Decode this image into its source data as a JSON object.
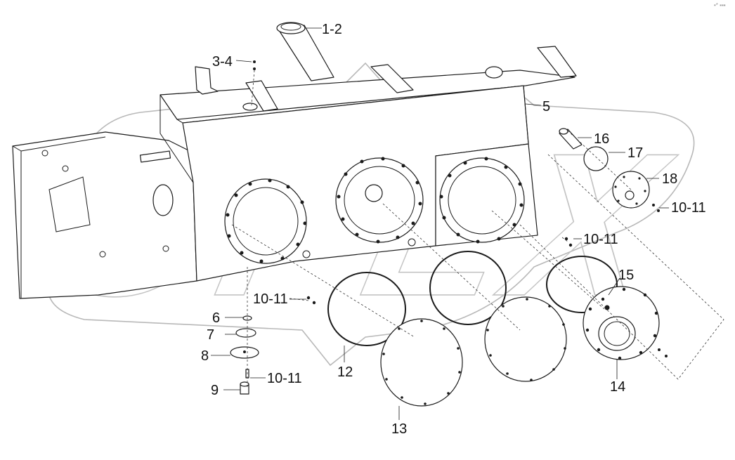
{
  "watermark": {
    "text": "OPEX"
  },
  "corner_mark": "•* ▪▪▪",
  "callouts": {
    "c1_2": "1-2",
    "c3_4": "3-4",
    "c5": "5",
    "c6": "6",
    "c7": "7",
    "c8": "8",
    "c9": "9",
    "c10_11_a": "10-11",
    "c10_11_b": "10-11",
    "c10_11_c": "10-11",
    "c10_11_d": "10-11",
    "c12": "12",
    "c13": "13",
    "c14": "14",
    "c15": "15",
    "c16": "16",
    "c17": "17",
    "c18": "18"
  }
}
